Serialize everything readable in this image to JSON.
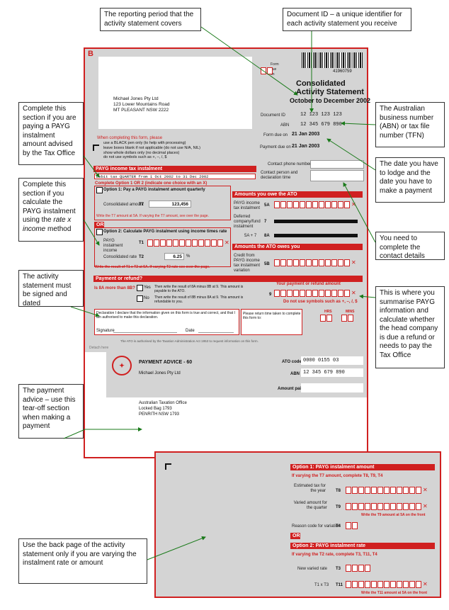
{
  "callouts": {
    "reporting_period": "The reporting period that the activity statement covers",
    "document_id": "Document ID – a unique identifier for each activity statement you receive",
    "abn": "The Australian business number (ABN) or tax file number (TFN)",
    "payg_advised": "Complete this section if you are paying a PAYG instalment amount advised by the Tax Office",
    "payg_rate_1": "Complete this section if you calculate the PAYG instalment using the ",
    "payg_rate_em": "rate x income",
    "payg_rate_2": " method",
    "due_dates": "The date you have to lodge and the date you have to make a payment",
    "contact": "You need to complete the contact details",
    "signed": "The activity statement must be signed and dated",
    "summarise": "This is where you summarise PAYG information and calculate whether the head company is due a refund or needs to pay the Tax Office",
    "payment_advice": "The payment advice – use this tear-off section when making a payment",
    "back_page": "Use the back page of the activity statement only if you are varying the instalment rate or amount"
  },
  "form": {
    "letter": "B",
    "form_due_label": "Form due on",
    "doc_number": "41960759",
    "title_1": "Consolidated",
    "title_2": "Activity Statement",
    "period": "October to December 2002",
    "address": [
      "Michael Jones Pty Ltd",
      "123 Lower Mountains Road",
      "MT PLEASANT  NSW 2222"
    ],
    "doc_id_label": "Document ID",
    "doc_id": "12  123  123  123",
    "abn_label": "ABN",
    "abn": "12  345  679  890",
    "form_due_on_label": "Form due on",
    "form_due_on": "21 Jan 2003",
    "payment_due_label": "Payment due on",
    "payment_due": "21 Jan 2003",
    "contact_label": "Contact phone number",
    "contact_person_label": "Contact person and declaration time",
    "instructions_head": "When completing this form, please",
    "instructions": [
      "use a BLACK pen only (to help with processing)",
      "leave boxes blank if not applicable (do not use N/A, NIL)",
      "show whole dollars only (no decimal places)",
      "do not use symbols such as +, –, /, $"
    ],
    "payg_bar": "PAYG income tax instalment",
    "payg_period": "Debit tax QUARTER from 1 Oct 2002 to 31 Dec 2002",
    "complete_option": "Complete Option 1 OR 2 (indicate one choice with an X)",
    "option1": "Option 1: Pay a PAYG instalment amount quarterly",
    "t7_label": "Consolidated amount",
    "t7_code": "T7",
    "t7_value": "123,456",
    "t7_note": "Write the T7 amount at 5A. If varying the T7 amount, see over the page.",
    "or_label": "OR",
    "option2": "Option 2: Calculate PAYG instalment using income times rate",
    "t1_label": "PAYG instalment income",
    "t1_code": "T1",
    "t2_label": "Consolidated rate",
    "t2_code": "T2",
    "t2_value": "6.25",
    "t2_suffix": "%",
    "opt2_note": "Write the result of T1 x T2 at 5A. If varying T2 rate see over the page.",
    "owe_bar": "Amounts you owe the ATO",
    "owe_rows": [
      {
        "label": "PAYG income tax instalment",
        "code": "5A"
      },
      {
        "label": "Deferred company/fund instalment",
        "code": "7"
      },
      {
        "label": "5A + 7",
        "code": "8A"
      }
    ],
    "owed_bar": "Amounts the ATO owes you",
    "owed_row": {
      "label": "Credit from PAYG income tax instalment variation",
      "code": "5B"
    },
    "payment_bar": "Payment or refund?",
    "q8a": "Is 8A more than 8B?",
    "q8a_yes": "Yes",
    "q8a_yes_text": "Then write the result of 8A minus 8B at 9. This amount is payable to the ATO.",
    "q8a_no": "No",
    "q8a_no_text": "Then write the result of 8B minus 8A at 9. This amount is refundable to you.",
    "your_payment": "Your payment or refund amount",
    "code9": "9",
    "no_symbols": "Do not use symbols such as +, –, /, $",
    "declaration": "Declaration I declare that the information given on this form is true and correct, and that I am authorised to make this declaration.",
    "signature_label": "Signature",
    "date_label": "Date",
    "time_label": "Please return time taken to complete this form to:",
    "hours_label": "HRS",
    "mins_label": "MINS",
    "footer_note": "The ATO is authorised by the Taxation Administration Act 1953 to request information on this form.",
    "cut_note": "Detach here",
    "advice_title": "PAYMENT ADVICE - 60",
    "advice_name": "Michael Jones Pty Ltd",
    "ato_code_label": "ATO code",
    "ato_code": "0000  0155  03",
    "advice_abn_label": "ABN",
    "advice_abn": "12  345  679  890",
    "amount_paid_label": "Amount paid",
    "return_address": [
      "Australian Taxation Office",
      "Locked Bag 1793",
      "PENRITH NSW 1793"
    ]
  },
  "back": {
    "opt1_bar": "Option 1: PAYG instalment amount",
    "opt1_sub": "If varying the T7 amount, complete T8, T9, T4",
    "t8_label": "Estimated tax for the year",
    "t8_code": "T8",
    "t9_label": "Varied amount for the quarter",
    "t9_code": "T9",
    "t9_note": "Write the T9 amount at 5A on the front",
    "t4_label": "Reason code for variation",
    "t4_code": "T4",
    "or_label": "OR",
    "opt2_bar": "Option 2: PAYG instalment rate",
    "opt2_sub": "If varying the T2 rate, complete T3, T11, T4",
    "t3_label": "New varied rate",
    "t3_code": "T3",
    "t11_label": "T1 x T3",
    "t11_code": "T11",
    "t11_note": "Write the T11 amount at 5A on the front"
  },
  "colors": {
    "accent": "#d02020",
    "grey": "#d4d4d4"
  }
}
